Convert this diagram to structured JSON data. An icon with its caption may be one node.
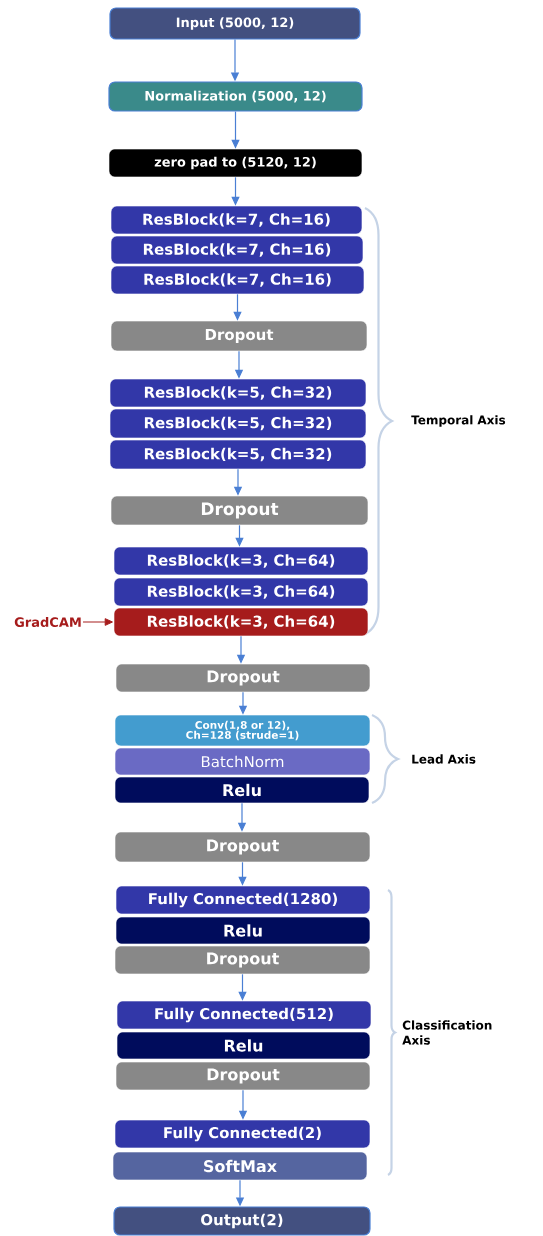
{
  "diagram": {
    "nodes": [
      {
        "text": [
          "Input (5000, 12)"
        ]
      },
      {
        "text": [
          "Normalization (5000, 12)"
        ]
      },
      {
        "text": [
          "zero pad to (5120, 12)"
        ]
      },
      {
        "text": [
          "ResBlock(k=7, Ch=16)"
        ]
      },
      {
        "text": [
          "ResBlock(k=7, Ch=16)"
        ]
      },
      {
        "text": [
          "ResBlock(k=7, Ch=16)"
        ]
      },
      {
        "text": [
          "Dropout"
        ]
      },
      {
        "text": [
          "ResBlock(k=5, Ch=32)"
        ]
      },
      {
        "text": [
          "ResBlock(k=5, Ch=32)"
        ]
      },
      {
        "text": [
          "ResBlock(k=5, Ch=32)"
        ]
      },
      {
        "text": [
          "Dropout"
        ]
      },
      {
        "text": [
          "ResBlock(k=3, Ch=64)"
        ]
      },
      {
        "text": [
          "ResBlock(k=3, Ch=64)"
        ]
      },
      {
        "text": [
          "ResBlock(k=3, Ch=64)"
        ]
      },
      {
        "text": [
          "Dropout"
        ]
      },
      {
        "text": [
          "Conv(1,8 or 12), Ch=128 (strude=1)"
        ]
      },
      {
        "text": [
          "BatchNorm"
        ]
      },
      {
        "text": [
          "Relu"
        ]
      },
      {
        "text": [
          "Dropout"
        ]
      },
      {
        "text": [
          "Fully Connected(1280)"
        ]
      },
      {
        "text": [
          "Relu"
        ]
      },
      {
        "text": [
          "Dropout"
        ]
      },
      {
        "text": [
          "Fully Connected(512)"
        ]
      },
      {
        "text": [
          "Relu"
        ]
      },
      {
        "text": [
          "Dropout"
        ]
      },
      {
        "text": [
          "Fully Connected(2)"
        ]
      },
      {
        "text": [
          "SoftMax"
        ]
      },
      {
        "text": [
          "Output(2)"
        ]
      },
      {
        "text": [
          "GradCAM"
        ]
      }
    ],
    "edges": [
      {
        "from": 0,
        "to": 1,
        "arrow": "to"
      },
      {
        "from": 1,
        "to": 2,
        "arrow": "to"
      },
      {
        "from": 2,
        "to": 3,
        "arrow": "to"
      },
      {
        "from": 5,
        "to": 6,
        "arrow": "to"
      },
      {
        "from": 6,
        "to": 7,
        "arrow": "to"
      },
      {
        "from": 9,
        "to": 10,
        "arrow": "to"
      },
      {
        "from": 10,
        "to": 11,
        "arrow": "to"
      },
      {
        "from": 13,
        "to": 14,
        "arrow": "to"
      },
      {
        "from": 14,
        "to": 15,
        "arrow": "to"
      },
      {
        "from": 17,
        "to": 18,
        "arrow": "to"
      },
      {
        "from": 18,
        "to": 19,
        "arrow": "to"
      },
      {
        "from": 21,
        "to": 22,
        "arrow": "to"
      },
      {
        "from": 24,
        "to": 25,
        "arrow": "to"
      },
      {
        "from": 26,
        "to": 27,
        "arrow": "to"
      },
      {
        "from": 28,
        "to": 13,
        "arrow": "to",
        "color": "#a61c1c"
      }
    ],
    "labels": [
      "Temporal Axis",
      "Lead Axis",
      "Classification Axis"
    ]
  }
}
